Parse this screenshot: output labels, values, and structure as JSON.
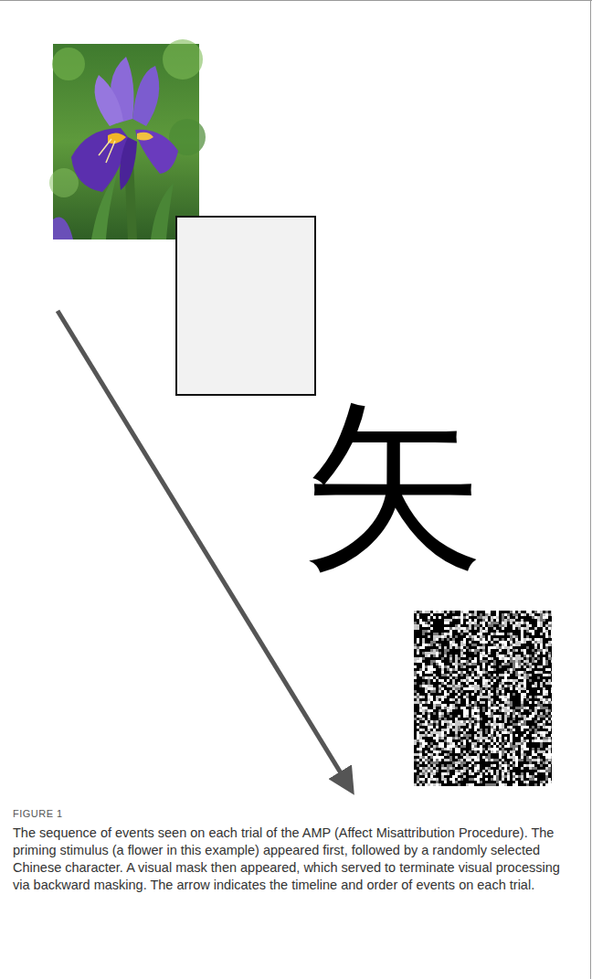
{
  "diagram": {
    "caption": "The sequence of events seen on each trial of the AMP (Affect Misattribution Procedure). The priming stimulus (a flower in this example) appeared first, followed by a randomly selected Chinese character. A visual mask then appeared, which served to terminate visual processing via backward masking. The arrow indicates the timeline and order of events on each trial.",
    "labels": [
      "矢",
      "FIGURE 1"
    ]
  }
}
